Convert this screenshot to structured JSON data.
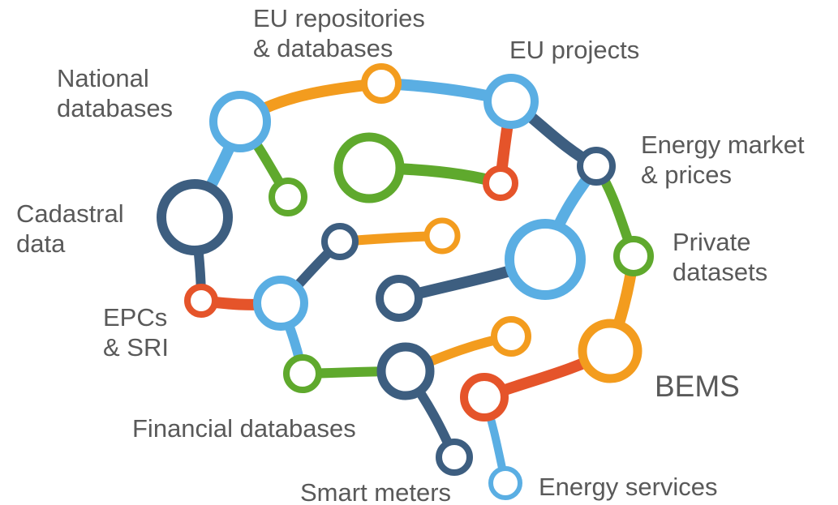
{
  "colors": {
    "blue": "#5aaee3",
    "navy": "#3d5e80",
    "orange": "#f39c1e",
    "green": "#5fa92d",
    "red": "#e5542a",
    "text": "#595959"
  },
  "labels": {
    "eu_repositories": [
      "EU repositories",
      "& databases"
    ],
    "eu_projects": [
      "EU projects"
    ],
    "national_databases": [
      "National",
      "databases"
    ],
    "energy_market": [
      "Energy market",
      "& prices"
    ],
    "cadastral": [
      "Cadastral",
      "data"
    ],
    "private_datasets": [
      "Private",
      "datasets"
    ],
    "epcs_sri": [
      "EPCs",
      "& SRI"
    ],
    "bems": [
      "BEMS"
    ],
    "financial_databases": [
      "Financial databases"
    ],
    "smart_meters": [
      "Smart meters"
    ],
    "energy_services": [
      "Energy services"
    ]
  }
}
